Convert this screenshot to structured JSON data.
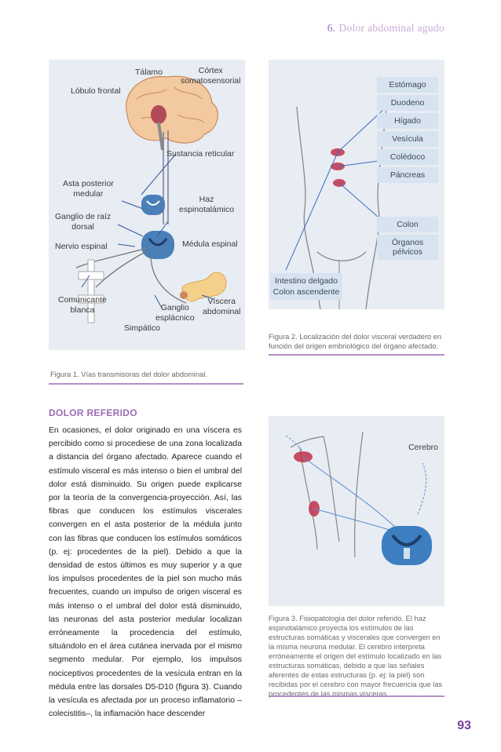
{
  "header": {
    "chapter_number": "6.",
    "chapter_title": "Dolor abdominal agudo"
  },
  "figure1": {
    "labels": {
      "talamo": "Tálamo",
      "cortex": "Córtex\nsomatosensorial",
      "lobulo": "Lóbulo frontal",
      "sustancia": "Sustancia reticular",
      "asta": "Asta posterior\nmedular",
      "haz": "Haz\nespinotalámico",
      "ganglio_raiz": "Ganglio de raíz\ndorsal",
      "nervio": "Nervio espinal",
      "medula": "Médula espinal",
      "comunicante": "Comunicante\nblanca",
      "ganglio_esplacnico": "Ganglio\nesplácnico",
      "viscera": "Víscera\nabdominal",
      "simpatico": "Simpático"
    },
    "caption": "Figura 1. Vías transmisoras del dolor abdominal."
  },
  "figure2": {
    "organs": [
      "Estómago",
      "Duodeno",
      "Hígado",
      "Vesícula",
      "Colédoco",
      "Páncreas"
    ],
    "lower_organs": [
      "Colon",
      "Órganos\npélvicos"
    ],
    "bottom_label": "Intestino delgado\nColon  ascendente",
    "caption": "Figura 2. Localización del dolor visceral verdadero en función del origen embriológico del órgano afectado."
  },
  "section": {
    "title": "DOLOR REFERIDO",
    "body": "En ocasiones, el dolor originado en una víscera es percibido como si procediese de una zona localizada a distancia del órgano afectado. Aparece cuando el estímulo visceral es más intenso o bien el umbral del dolor está disminuido. Su origen puede explicarse por la teoría de la convergencia-proyección. Así, las fibras que conducen los estímulos viscerales convergen en el asta posterior de la médula junto con las fibras que conducen los estímulos somáticos (p. ej: procedentes de la piel). Debido a que la densidad de estos últimos es muy superior y a que los impulsos procedentes de la piel son mucho más frecuentes, cuando un impulso de origen visceral es más intenso o el umbral del dolor está disminuido, las neuronas del asta posterior medular localizan erróneamente la procedencia del estímulo, situándolo en el área cutánea inervada por el mismo segmento medular. Por ejemplo, los impulsos nociceptivos procedentes de la vesícula entran en la médula entre las dorsales D5-D10 (figura 3). Cuando la vesícula es afectada por un proceso inflamatorio –colecistitis–, la inflamación hace descender"
  },
  "figure3": {
    "label": "Cerebro",
    "caption": "Figura 3. Fisiopatología del dolor referido. El haz espinotalámico proyecta los estímulos de las estructuras somáticas y viscerales que convergen en la misma neurona medular. El cerebro interpreta erróneamente el origen del estímulo localizado en las estructuras somáticas, debido a que las señales aferentes de estas estructuras (p. ej: la piel) son recibidas por el cerebro con mayor frecuencia que las procedentes de las mismas vísceras."
  },
  "page_number": "93",
  "colors": {
    "accent": "#9b6bb5",
    "panel": "#e8ecf3",
    "organ_box": "#d7e3ef",
    "pain_spot": "#c0304a"
  }
}
